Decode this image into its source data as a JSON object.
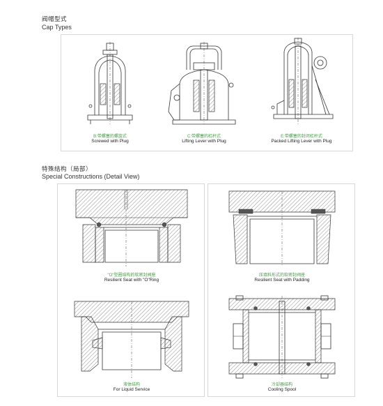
{
  "section1": {
    "title_cn": "阀帽型式",
    "title_en": "Cap Types",
    "items": [
      {
        "cn": "B:带螺塞的螺旋式",
        "en": "Screwed  with Plug",
        "icon": "screwed-cap-drawing"
      },
      {
        "cn": "C:带螺塞的杠杆式",
        "en": "Lifting Lever with Plug",
        "icon": "lifting-lever-drawing"
      },
      {
        "cn": "E:带螺塞的封闭杠杆式",
        "en": "Packed Lifting Lever with Plug",
        "icon": "packed-lever-drawing"
      }
    ]
  },
  "section2": {
    "title_cn": "特殊结构（局部）",
    "title_en": "Special Constructions (Detail View)",
    "items": [
      {
        "cn": "\"O\"型圈结构的软密封阀座",
        "en": "Resilient Seat with \"O\"Ring",
        "icon": "o-ring-seat-drawing"
      },
      {
        "cn": "压填料形式的软密封阀座",
        "en": "Resilient Seat with Padding",
        "icon": "padding-seat-drawing"
      },
      {
        "cn": "液体结构",
        "en": "For Liquid Service",
        "icon": "liquid-service-drawing"
      },
      {
        "cn": "冷却器结构",
        "en": "Cooling Spool",
        "icon": "cooling-spool-drawing"
      }
    ]
  }
}
